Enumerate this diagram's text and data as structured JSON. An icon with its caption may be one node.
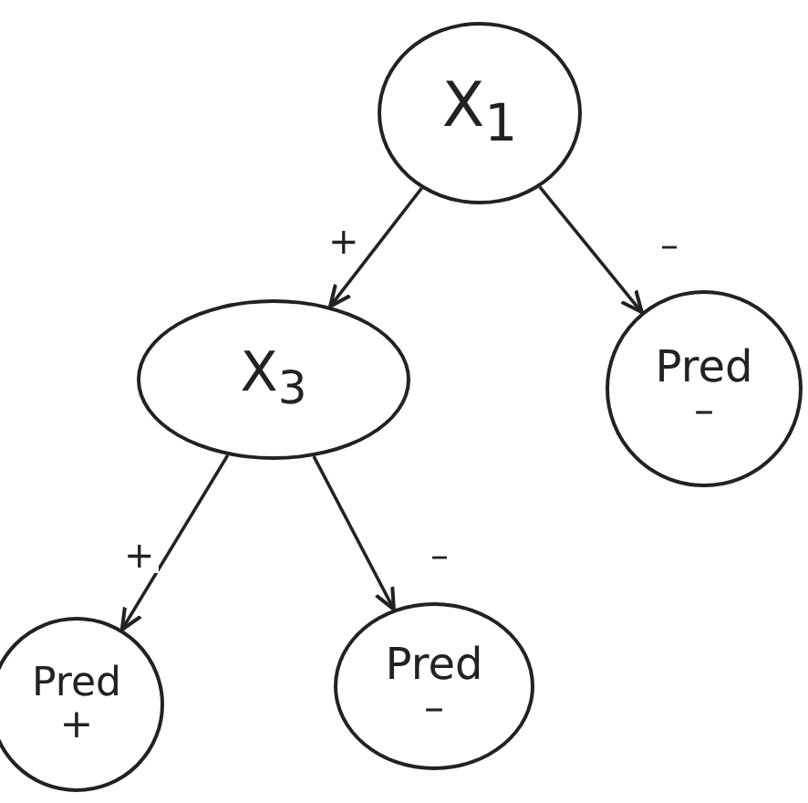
{
  "diagram": {
    "nodes": [
      {
        "text": [
          "X$_{1}$"
        ]
      },
      {
        "text": [
          "X$_{3}$"
        ]
      },
      {
        "text": [
          "Pred",
          "–"
        ]
      },
      {
        "text": [
          "Pred",
          "+"
        ]
      },
      {
        "text": [
          "Pred",
          "–"
        ]
      }
    ],
    "edges": [
      {
        "from": 0,
        "to": 1,
        "label": "+",
        "arrow": "to"
      },
      {
        "from": 0,
        "to": 2,
        "label": "–",
        "arrow": "to"
      },
      {
        "from": 1,
        "to": 3,
        "label": "+",
        "arrow": "to"
      },
      {
        "from": 1,
        "to": 4,
        "label": "–",
        "arrow": "to"
      }
    ]
  }
}
